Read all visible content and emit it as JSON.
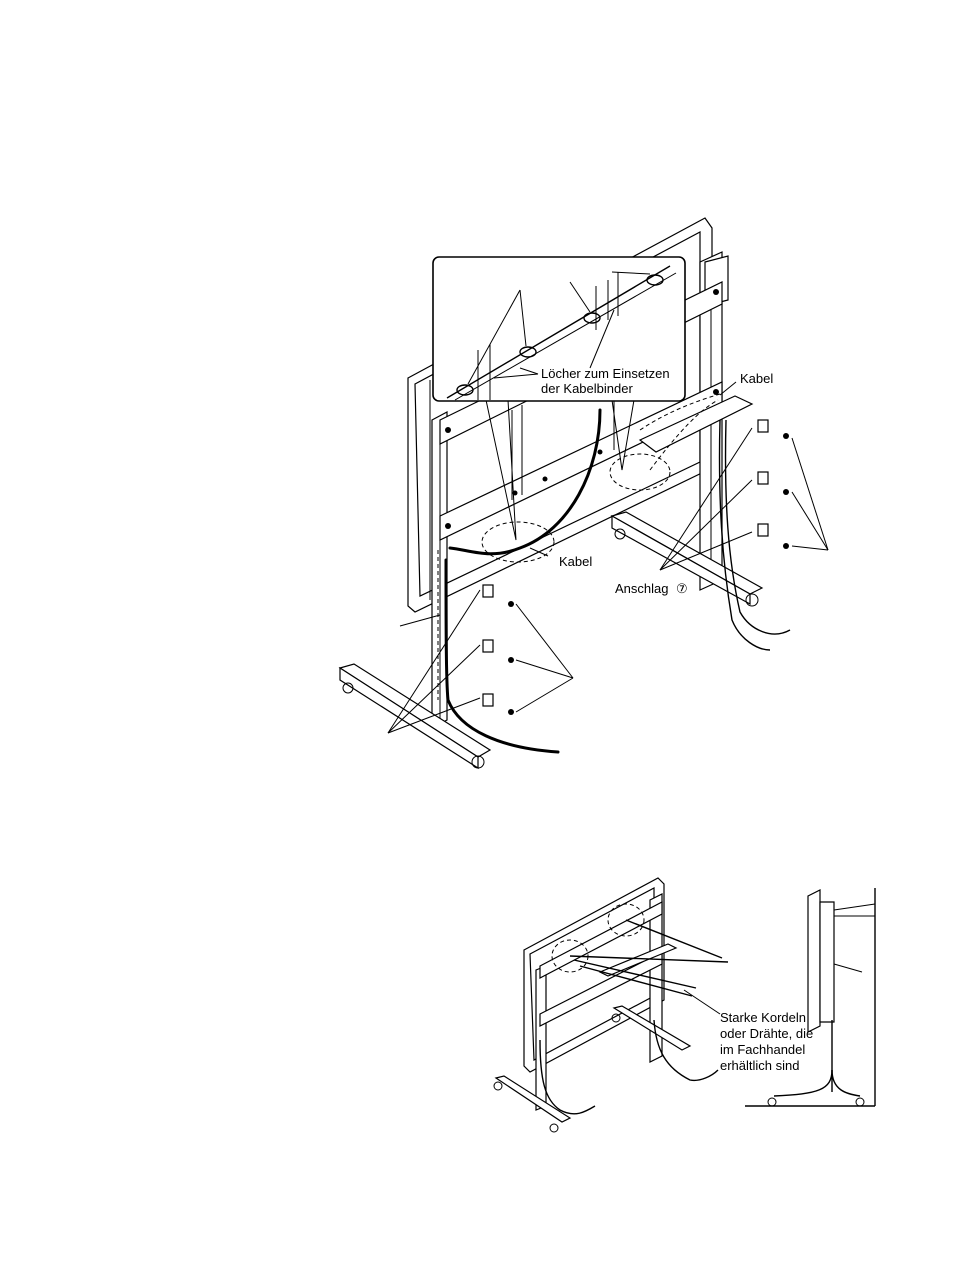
{
  "figure1": {
    "labels": {
      "holes": "Löcher zum Einsetzen",
      "holes_line2": "der Kabelbinder",
      "cable_right": "Kabel",
      "cable_center": "Kabel",
      "stopper": "Anschlag",
      "stopper_number": "⑦"
    }
  },
  "figure2": {
    "labels": {
      "cords_line1": "Starke Kordeln",
      "cords_line2": "oder Drähte, die",
      "cords_line3": "im Fachhandel",
      "cords_line4": "erhältlich sind"
    }
  }
}
